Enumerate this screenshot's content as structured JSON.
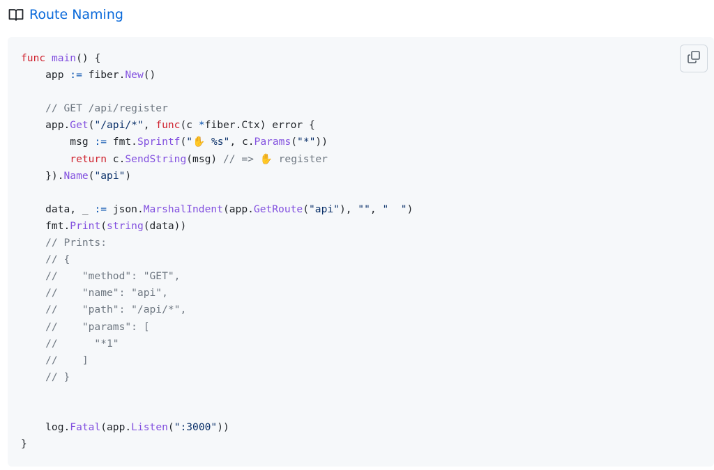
{
  "heading": {
    "icon": "book-icon",
    "title": "Route Naming"
  },
  "copy_button": {
    "icon": "copy-icon"
  },
  "colors": {
    "link": "#0969da",
    "keyword": "#cf222e",
    "function": "#8250df",
    "string": "#0a3069",
    "comment": "#6e7781",
    "operator": "#0550ae",
    "code_bg": "#f6f8fa"
  },
  "code": {
    "lines": [
      [
        [
          "kw",
          "func"
        ],
        [
          "pl",
          " "
        ],
        [
          "fn",
          "main"
        ],
        [
          "pl",
          "() {"
        ]
      ],
      [
        [
          "pl",
          "    app "
        ],
        [
          "op",
          ":="
        ],
        [
          "pl",
          " fiber."
        ],
        [
          "fn",
          "New"
        ],
        [
          "pl",
          "()"
        ]
      ],
      [],
      [
        [
          "cm",
          "    // GET /api/register"
        ]
      ],
      [
        [
          "pl",
          "    app."
        ],
        [
          "fn",
          "Get"
        ],
        [
          "pl",
          "("
        ],
        [
          "str",
          "\"/api/*\""
        ],
        [
          "pl",
          ", "
        ],
        [
          "kw",
          "func"
        ],
        [
          "pl",
          "(c "
        ],
        [
          "op",
          "*"
        ],
        [
          "pl",
          "fiber.Ctx) error {"
        ]
      ],
      [
        [
          "pl",
          "        msg "
        ],
        [
          "op",
          ":="
        ],
        [
          "pl",
          " fmt."
        ],
        [
          "fn",
          "Sprintf"
        ],
        [
          "pl",
          "("
        ],
        [
          "str",
          "\"✋ %s\""
        ],
        [
          "pl",
          ", c."
        ],
        [
          "fn",
          "Params"
        ],
        [
          "pl",
          "("
        ],
        [
          "str",
          "\"*\""
        ],
        [
          "pl",
          "))"
        ]
      ],
      [
        [
          "kw",
          "        return"
        ],
        [
          "pl",
          " c."
        ],
        [
          "fn",
          "SendString"
        ],
        [
          "pl",
          "(msg) "
        ],
        [
          "cm",
          "// => ✋ register"
        ]
      ],
      [
        [
          "pl",
          "    })."
        ],
        [
          "fn",
          "Name"
        ],
        [
          "pl",
          "("
        ],
        [
          "str",
          "\"api\""
        ],
        [
          "pl",
          ")"
        ]
      ],
      [],
      [
        [
          "pl",
          "    data, _ "
        ],
        [
          "op",
          ":="
        ],
        [
          "pl",
          " json."
        ],
        [
          "fn",
          "MarshalIndent"
        ],
        [
          "pl",
          "(app."
        ],
        [
          "fn",
          "GetRoute"
        ],
        [
          "pl",
          "("
        ],
        [
          "str",
          "\"api\""
        ],
        [
          "pl",
          "), "
        ],
        [
          "str",
          "\"\""
        ],
        [
          "pl",
          ", "
        ],
        [
          "str",
          "\"  \""
        ],
        [
          "pl",
          ")"
        ]
      ],
      [
        [
          "pl",
          "    fmt."
        ],
        [
          "fn",
          "Print"
        ],
        [
          "pl",
          "("
        ],
        [
          "fn",
          "string"
        ],
        [
          "pl",
          "(data))"
        ]
      ],
      [
        [
          "cm",
          "    // Prints:"
        ]
      ],
      [
        [
          "cm",
          "    // {"
        ]
      ],
      [
        [
          "cm",
          "    //    \"method\": \"GET\","
        ]
      ],
      [
        [
          "cm",
          "    //    \"name\": \"api\","
        ]
      ],
      [
        [
          "cm",
          "    //    \"path\": \"/api/*\","
        ]
      ],
      [
        [
          "cm",
          "    //    \"params\": ["
        ]
      ],
      [
        [
          "cm",
          "    //      \"*1\""
        ]
      ],
      [
        [
          "cm",
          "    //    ]"
        ]
      ],
      [
        [
          "cm",
          "    // }"
        ]
      ],
      [],
      [],
      [
        [
          "pl",
          "    log."
        ],
        [
          "fn",
          "Fatal"
        ],
        [
          "pl",
          "(app."
        ],
        [
          "fn",
          "Listen"
        ],
        [
          "pl",
          "("
        ],
        [
          "str",
          "\":3000\""
        ],
        [
          "pl",
          "))"
        ]
      ],
      [
        [
          "pl",
          "}"
        ]
      ]
    ]
  }
}
